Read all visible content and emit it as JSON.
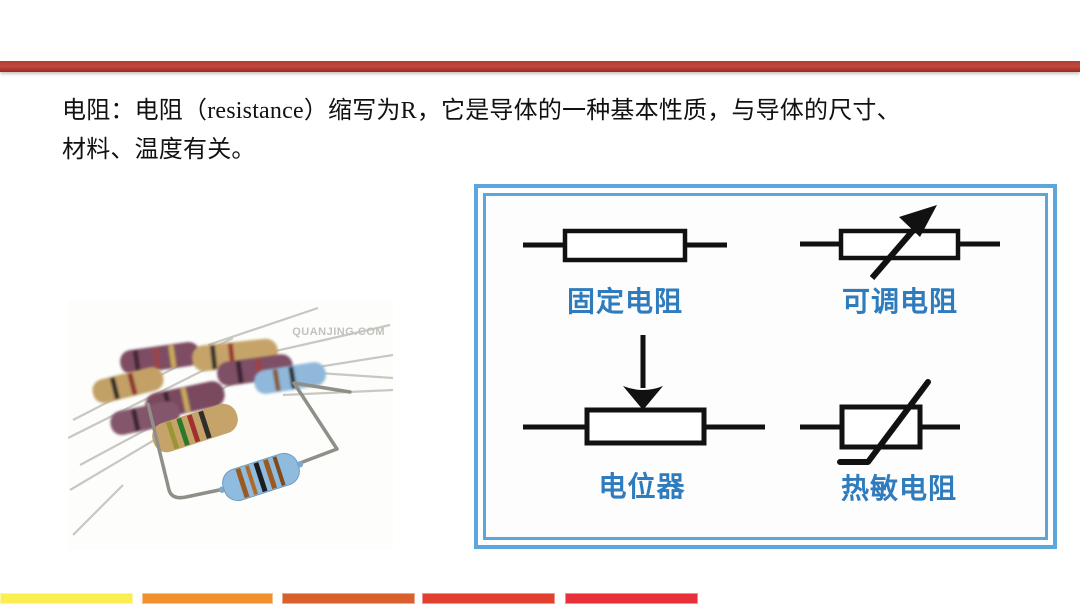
{
  "intro": {
    "line1": "电阻：电阻（resistance）缩写为R，它是导体的一种基本性质，与导体的尺寸、",
    "line2": "材料、温度有关。"
  },
  "photo": {
    "watermark": "QUANJING.COM"
  },
  "symbols": {
    "fixed": {
      "label": "固定电阻"
    },
    "adjustable": {
      "label": "可调电阻"
    },
    "potentiometer": {
      "label": "电位器"
    },
    "thermistor": {
      "label": "热敏电阻"
    }
  },
  "colors": {
    "accent_red_bar": "#B5342B",
    "box_border_blue": "#5BA7DC",
    "label_blue": "#2E7BBE",
    "footer_bars": [
      "#FBEE50",
      "#F0912D",
      "#D8602C",
      "#E2402F",
      "#E93038"
    ]
  }
}
